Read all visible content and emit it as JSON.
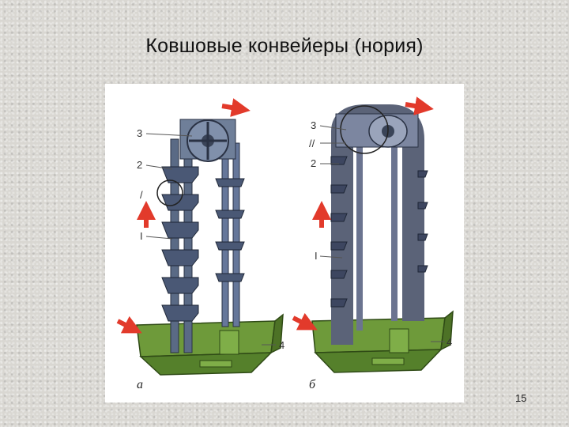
{
  "slide": {
    "title": "Ковшовые конвейеры (нория)",
    "page_number": "15"
  },
  "figure": {
    "left": {
      "caption": "а",
      "labels": {
        "sprocket": "3",
        "chain": "2",
        "circle_marker": "/",
        "bucket": "I",
        "casing": "4"
      }
    },
    "right": {
      "caption": "б",
      "labels": {
        "drum": "3",
        "roman": "//",
        "belt": "2",
        "bucket": "I",
        "casing": "4"
      }
    }
  },
  "colors": {
    "arrow": "#e23a2b",
    "casing": "#6e9a3a",
    "chain": "#5a6a85",
    "belt": "#5b6378"
  }
}
